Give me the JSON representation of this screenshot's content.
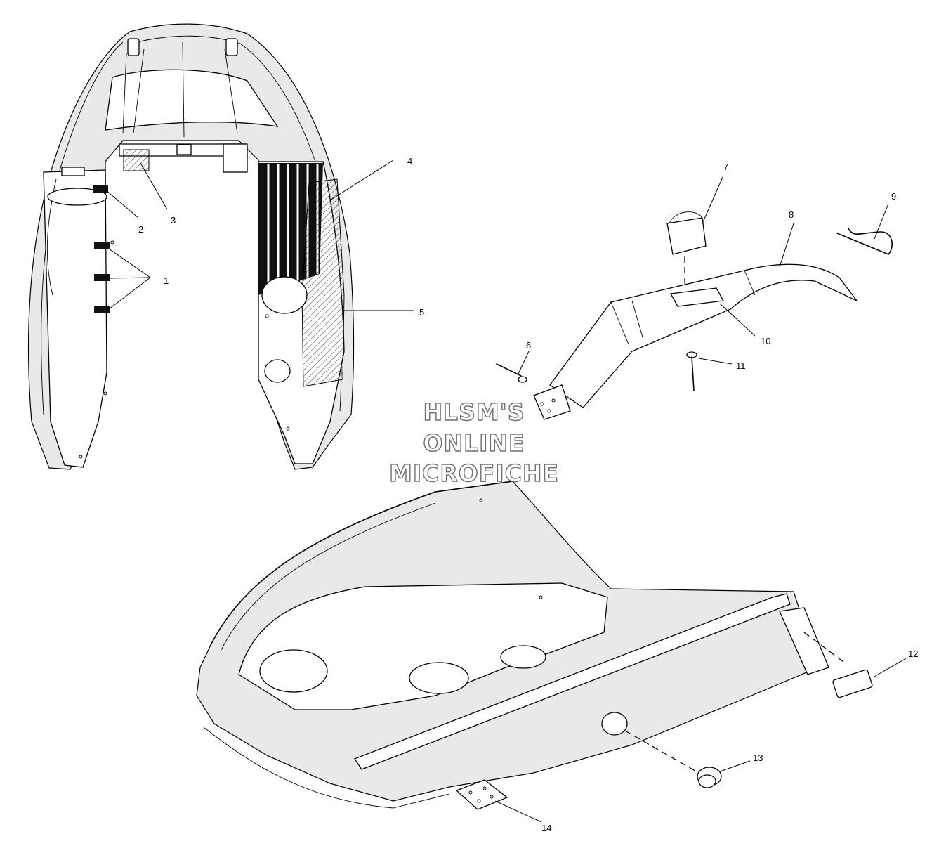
{
  "callouts": [
    {
      "id": "1",
      "label": "1"
    },
    {
      "id": "2",
      "label": "2"
    },
    {
      "id": "3",
      "label": "3"
    },
    {
      "id": "4",
      "label": "4"
    },
    {
      "id": "5",
      "label": "5"
    },
    {
      "id": "6",
      "label": "6"
    },
    {
      "id": "7",
      "label": "7"
    },
    {
      "id": "8",
      "label": "8"
    },
    {
      "id": "9",
      "label": "9"
    },
    {
      "id": "10",
      "label": "10"
    },
    {
      "id": "11",
      "label": "11"
    },
    {
      "id": "12",
      "label": "12"
    },
    {
      "id": "13",
      "label": "13"
    },
    {
      "id": "14",
      "label": "14"
    }
  ],
  "watermark": {
    "line1": "HLSM'S",
    "line2": "ONLINE",
    "line3": "MICROFICHE"
  }
}
